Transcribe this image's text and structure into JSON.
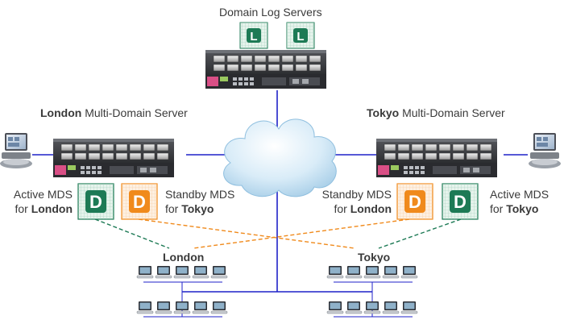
{
  "diagram": {
    "domain_log_servers": "Domain Log Servers",
    "london_server": {
      "bold": "London",
      "rest": " Multi-Domain Server"
    },
    "tokyo_server": {
      "bold": "Tokyo",
      "rest": " Multi-Domain Server"
    },
    "active_london": {
      "line1": "Active MDS",
      "for": "for ",
      "bold": "London"
    },
    "standby_tokyo": {
      "line1": "Standby MDS",
      "for": "for ",
      "bold": "Tokyo"
    },
    "standby_london": {
      "line1": "Standby MDS",
      "for": "for ",
      "bold": "London"
    },
    "active_tokyo": {
      "line1": "Active MDS",
      "for": "for ",
      "bold": "Tokyo"
    },
    "london_site": "London",
    "tokyo_site": "Tokyo",
    "log_icon_letter": "L",
    "domain_icon_letter": "D",
    "colors": {
      "network_line": "#1f22c8",
      "active_domain": "#1d7a55",
      "standby_domain": "#f08a1c",
      "log_icon": "#1d7a55",
      "cloud": "#cfe6f5",
      "appliance": "#2e2f33"
    }
  }
}
